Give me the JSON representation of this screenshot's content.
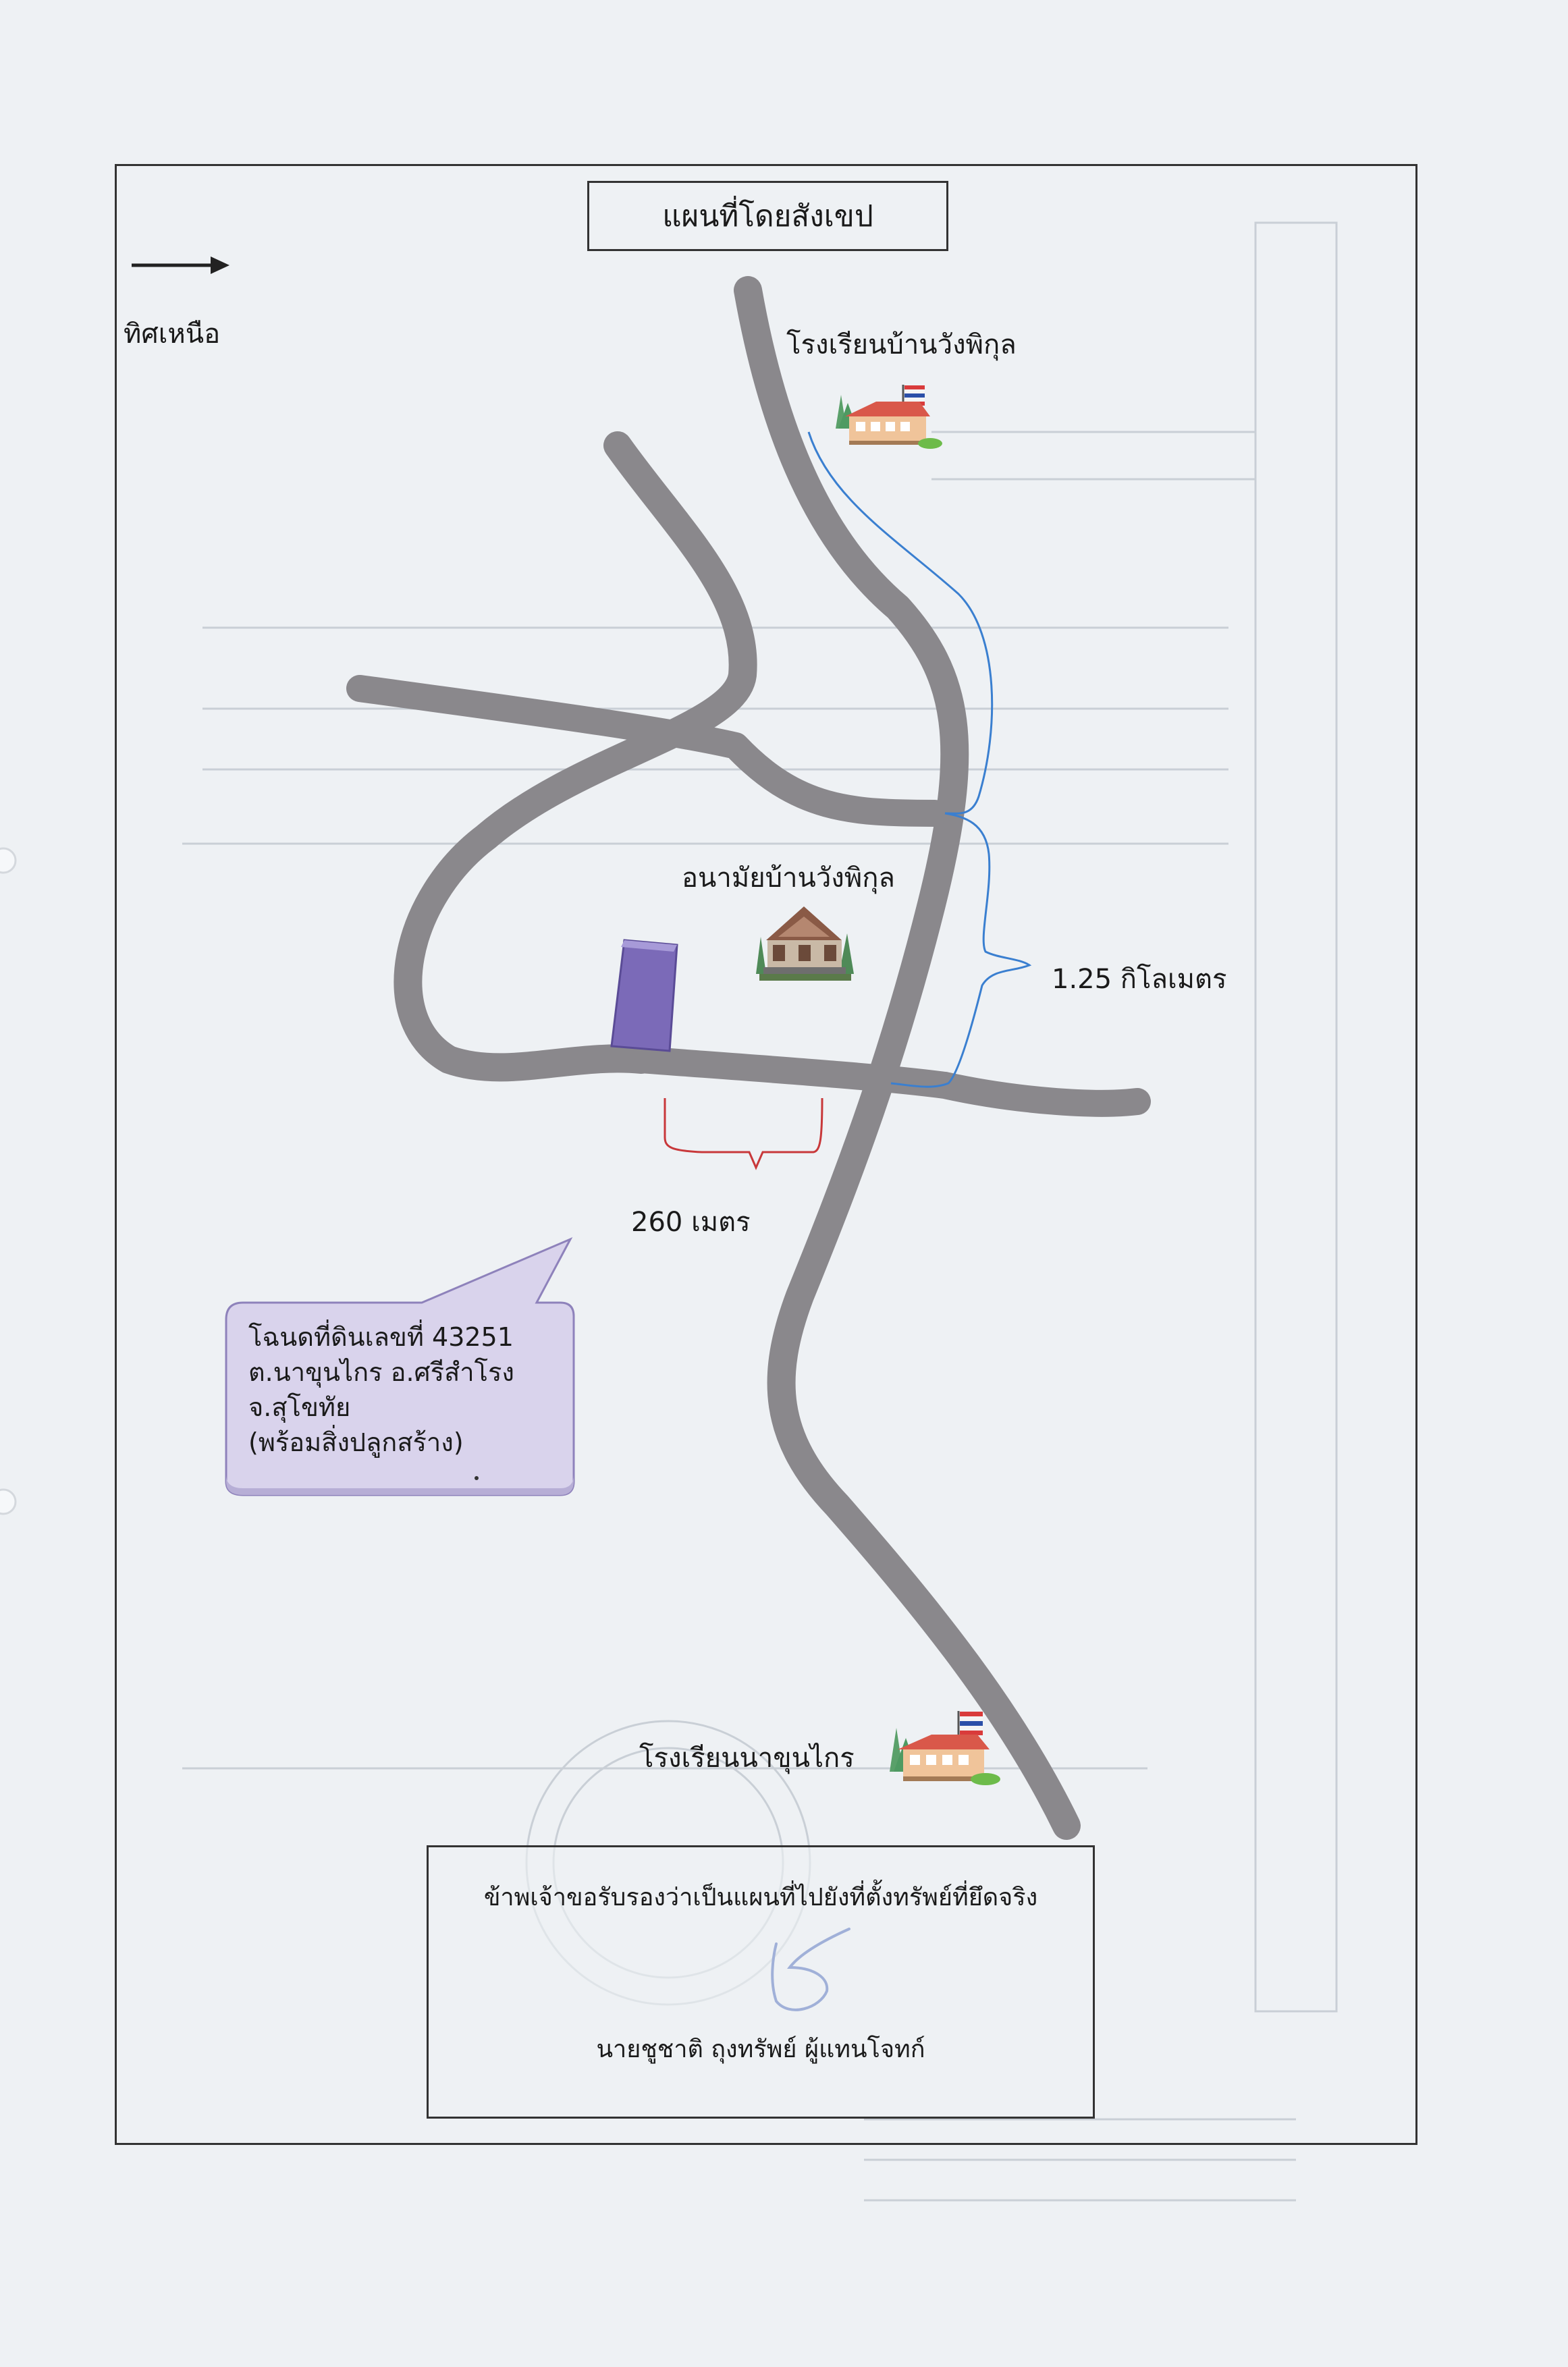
{
  "title": "แผนที่โดยสังเขป",
  "compass": {
    "label": "ทิศเหนือ",
    "icon": "north-arrow-icon"
  },
  "landmarks": {
    "school_top": "โรงเรียนบ้านวังพิกุล",
    "health_center": "อนามัยบ้านวังพิกุล",
    "school_bottom": "โรงเรียนนาขุนไกร"
  },
  "distances": {
    "to_school": "1.25 กิโลเมตร",
    "to_plot": "260 เมตร"
  },
  "callout": {
    "line1": "โฉนดที่ดินเลขที่ 43251",
    "line2": "ต.นาขุนไกร อ.ศรีสำโรง",
    "line3": "จ.สุโขทัย",
    "line4": "(พร้อมสิ่งปลูกสร้าง)"
  },
  "certification": {
    "statement": "ข้าพเจ้าขอรับรองว่าเป็นแผนที่ไปยังที่ตั้งทรัพย์ที่ยึดจริง",
    "signer": "นายชูชาติ ถุงทรัพย์ ผู้แทนโจทก์"
  },
  "colors": {
    "road": "#8a888c",
    "plot": "#7b6ab8",
    "callout_fill": "#d9d3ec",
    "distance_blue": "#3a7fd0",
    "distance_red": "#c8383a",
    "signature": "#2b4fb0"
  }
}
